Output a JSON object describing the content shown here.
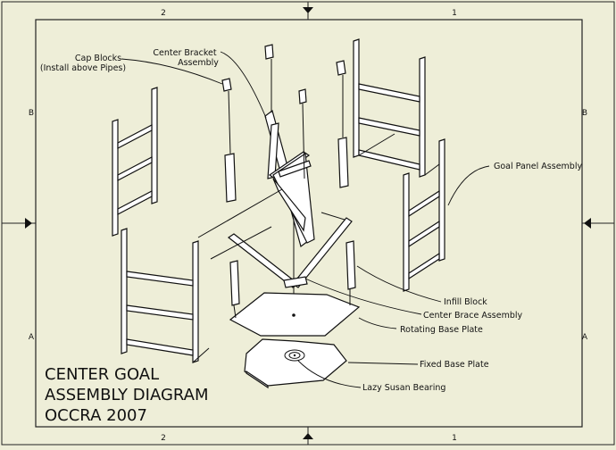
{
  "border": {
    "top_zones": [
      "2",
      "1"
    ],
    "bottom_zones": [
      "2",
      "1"
    ],
    "left_zones": [
      "B",
      "A"
    ],
    "right_zones": [
      "B",
      "A"
    ]
  },
  "labels": {
    "cap_blocks": "Cap Blocks",
    "cap_blocks_note": "(Install above Pipes)",
    "center_bracket": "Center Bracket",
    "center_bracket_2": "Assembly",
    "goal_panel": "Goal Panel Assembly",
    "infill_block": "Infill Block",
    "center_brace": "Center Brace Assembly",
    "rotating_base": "Rotating Base Plate",
    "fixed_base": "Fixed Base Plate",
    "lazy_susan": "Lazy Susan Bearing"
  },
  "title_block": {
    "line1": "CENTER GOAL",
    "line2": "ASSEMBLY DIAGRAM",
    "line3": "OCCRA 2007"
  },
  "colors": {
    "paper": "#eeeed8",
    "ink": "#111111",
    "part_fill": "#ffffff"
  }
}
